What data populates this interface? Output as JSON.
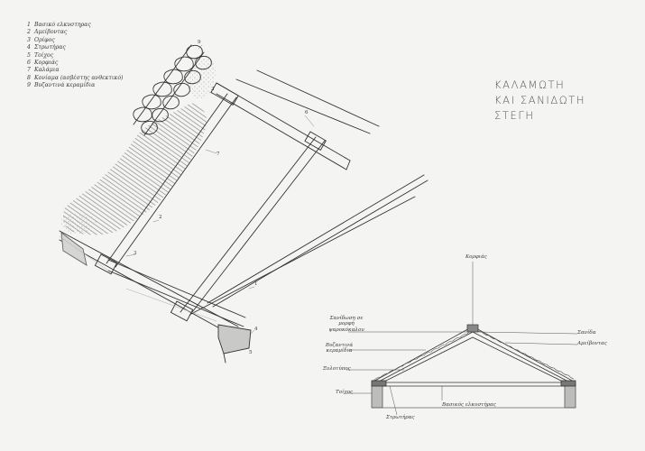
{
  "title": {
    "line1": "ΚΑΛΑΜΩΤΗ",
    "line2": "ΚΑΙ ΣΑΝΙΔΩΤΗ",
    "line3": "ΣΤΕΓΗ"
  },
  "legend": [
    {
      "num": "1",
      "text": "Βασικό ελκυστηρας"
    },
    {
      "num": "2",
      "text": "Αμείβοντας"
    },
    {
      "num": "3",
      "text": "Ορίφος"
    },
    {
      "num": "4",
      "text": "Στρωτήρας"
    },
    {
      "num": "5",
      "text": "Τοίχος"
    },
    {
      "num": "6",
      "text": "Κορφιάς"
    },
    {
      "num": "7",
      "text": "Καλάμια"
    },
    {
      "num": "8",
      "text": "Κονίαμα (ασβέστης ανθεκτικό)"
    },
    {
      "num": "9",
      "text": "Βυζαντινά κεραμίδια"
    }
  ],
  "perspective_numbers": {
    "n9": "9",
    "n3": "3",
    "n6": "6",
    "n7": "7",
    "n2": "2",
    "n3b": "3",
    "n1": "1",
    "n4": "4",
    "n5": "5"
  },
  "section_labels": {
    "kofias": "Κορφιάς",
    "left1": "Σανίδωση σε μορφή ψαροκόκαλου",
    "left2": "Βυζαντινά κεραμίδια",
    "left3": "Ξυλοτύπος",
    "left4": "Τοίχος",
    "right1": "Σανίδα",
    "right2": "Αμείβοντας",
    "bottom_left": "Στρωτήρας",
    "bottom_mid": "Βασικός ελκυστήρας"
  }
}
